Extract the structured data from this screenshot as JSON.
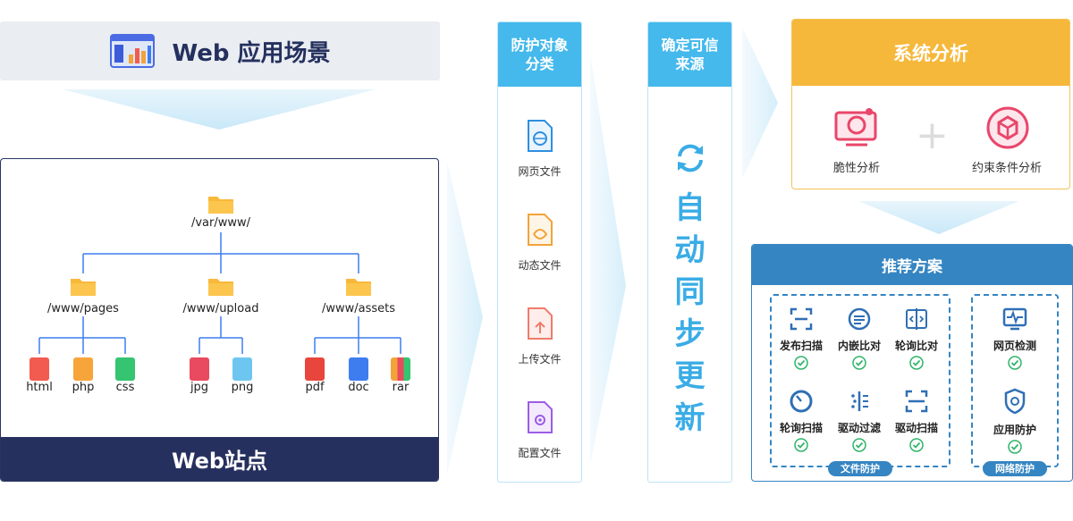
{
  "scene": {
    "title": "Web 应用场景"
  },
  "site": {
    "footer": "Web站点",
    "root": "/var/www/",
    "dirs": [
      {
        "label": "/www/pages",
        "files": [
          {
            "name": "html",
            "color": "#f25b50"
          },
          {
            "name": "php",
            "color": "#f7a43a"
          },
          {
            "name": "css",
            "color": "#35c46f"
          }
        ]
      },
      {
        "label": "/www/upload",
        "files": [
          {
            "name": "jpg",
            "color": "#e94a5f"
          },
          {
            "name": "png",
            "color": "#6ec6f0"
          }
        ]
      },
      {
        "label": "/www/assets",
        "files": [
          {
            "name": "pdf",
            "color": "#e8453c"
          },
          {
            "name": "doc",
            "color": "#3d7df0"
          },
          {
            "name": "rar",
            "color": "#f2a33a"
          }
        ]
      }
    ]
  },
  "objects": {
    "title_line1": "防护对象",
    "title_line2": "分类",
    "items": [
      {
        "label": "网页文件",
        "icon": "globe-file-icon",
        "color": "#2f8fe0"
      },
      {
        "label": "动态文件",
        "icon": "dynamic-file-icon",
        "color": "#f2a33a"
      },
      {
        "label": "上传文件",
        "icon": "upload-file-icon",
        "color": "#f07b6a"
      },
      {
        "label": "配置文件",
        "icon": "config-file-icon",
        "color": "#9d5ce6"
      }
    ]
  },
  "source": {
    "title_line1": "确定可信",
    "title_line2": "来源",
    "chars": [
      "自",
      "动",
      "同",
      "步",
      "更",
      "新"
    ]
  },
  "analysis": {
    "title": "系统分析",
    "items": [
      {
        "label": "脆性分析"
      },
      {
        "label": "约束条件分析"
      }
    ],
    "plus": "+"
  },
  "recommend": {
    "title": "推荐方案",
    "file_group": {
      "tag": "文件防护",
      "items": [
        {
          "label": "发布扫描",
          "icon": "scan-icon"
        },
        {
          "label": "内嵌比对",
          "icon": "embed-compare-icon"
        },
        {
          "label": "轮询比对",
          "icon": "poll-compare-icon"
        },
        {
          "label": "轮询扫描",
          "icon": "poll-scan-icon"
        },
        {
          "label": "驱动过滤",
          "icon": "driver-filter-icon"
        },
        {
          "label": "驱动扫描",
          "icon": "driver-scan-icon"
        }
      ]
    },
    "net_group": {
      "tag": "网络防护",
      "items": [
        {
          "label": "网页检测",
          "icon": "web-monitor-icon"
        },
        {
          "label": "应用防护",
          "icon": "app-shield-icon"
        }
      ]
    }
  },
  "colors": {
    "navy": "#26305e",
    "sky": "#45b9ec",
    "orange": "#f6b83b",
    "blue": "#3585c2",
    "green": "#2fb56a",
    "pink": "#e9466a"
  }
}
